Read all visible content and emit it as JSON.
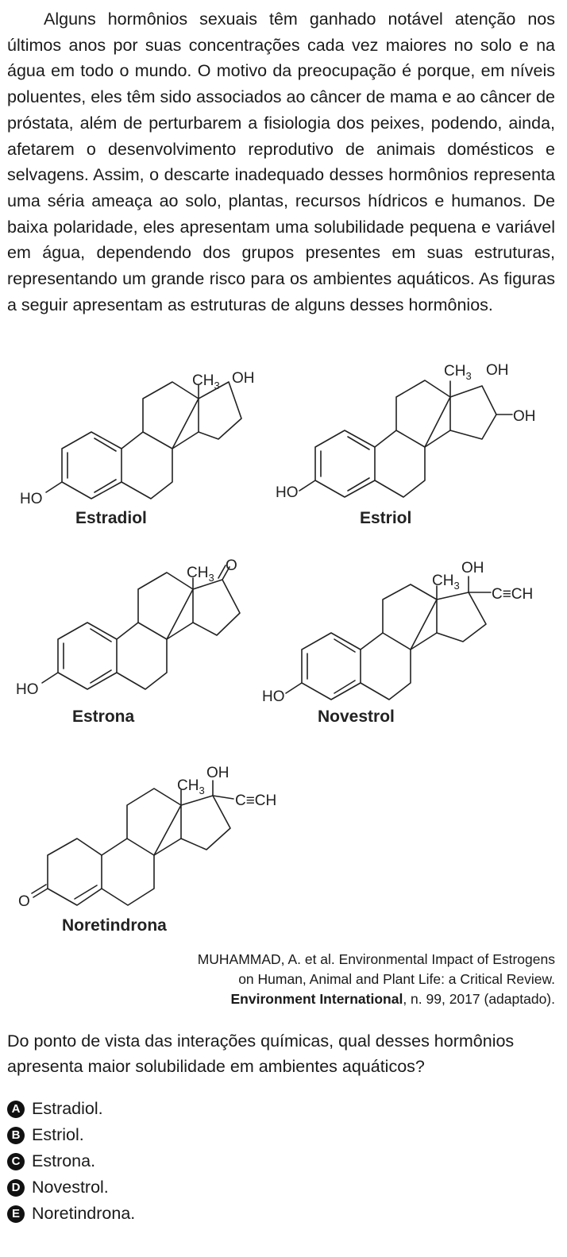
{
  "passage": "Alguns hormônios sexuais têm ganhado notável atenção nos últimos anos por suas concentrações cada vez maiores no solo e na água em todo o mundo. O motivo da preocupação é porque, em níveis poluentes, eles têm sido associados ao câncer de mama e ao câncer de próstata, além de perturbarem a fisiologia dos peixes, podendo, ainda, afetarem o desenvolvimento reprodutivo de animais domésticos e selvagens. Assim, o descarte inadequado desses hormônios representa uma séria ameaça ao solo, plantas, recursos hídricos e humanos. De baixa polaridade, eles apresentam uma solubilidade pequena e variável em água, dependendo dos grupos presentes em suas estruturas, representando um grande risco para os ambientes aquáticos. As figuras a seguir apresentam as estruturas de alguns desses hormônios.",
  "structures": {
    "estradiol": {
      "name": "Estradiol",
      "ho": "HO",
      "ch": "CH",
      "sub3": "3",
      "oh": "OH"
    },
    "estriol": {
      "name": "Estriol",
      "ho": "HO",
      "ch": "CH",
      "sub3": "3",
      "oh": "OH",
      "oh2": "OH"
    },
    "estrona": {
      "name": "Estrona",
      "ho": "HO",
      "ch": "CH",
      "sub3": "3",
      "o": "O"
    },
    "novestrol": {
      "name": "Novestrol",
      "ho": "HO",
      "ch": "CH",
      "sub3": "3",
      "oh": "OH",
      "alkyne": "C≡CH"
    },
    "noretindrona": {
      "name": "Noretindrona",
      "o": "O",
      "ch": "CH",
      "sub3": "3",
      "oh": "OH",
      "alkyne": "C≡CH"
    }
  },
  "citation": {
    "line1": "MUHAMMAD, A. et al. Environmental Impact of Estrogens",
    "line2": "on Human, Animal and Plant Life: a Critical Review.",
    "journal": "Environment International",
    "line3_rest": ", n. 99, 2017 (adaptado)."
  },
  "question": "Do ponto de vista das interações químicas, qual desses hormônios apresenta maior solubilidade em ambientes aquáticos?",
  "options": [
    {
      "letter": "A",
      "text": "Estradiol."
    },
    {
      "letter": "B",
      "text": "Estriol."
    },
    {
      "letter": "C",
      "text": "Estrona."
    },
    {
      "letter": "D",
      "text": "Novestrol."
    },
    {
      "letter": "E",
      "text": "Noretindrona."
    }
  ]
}
